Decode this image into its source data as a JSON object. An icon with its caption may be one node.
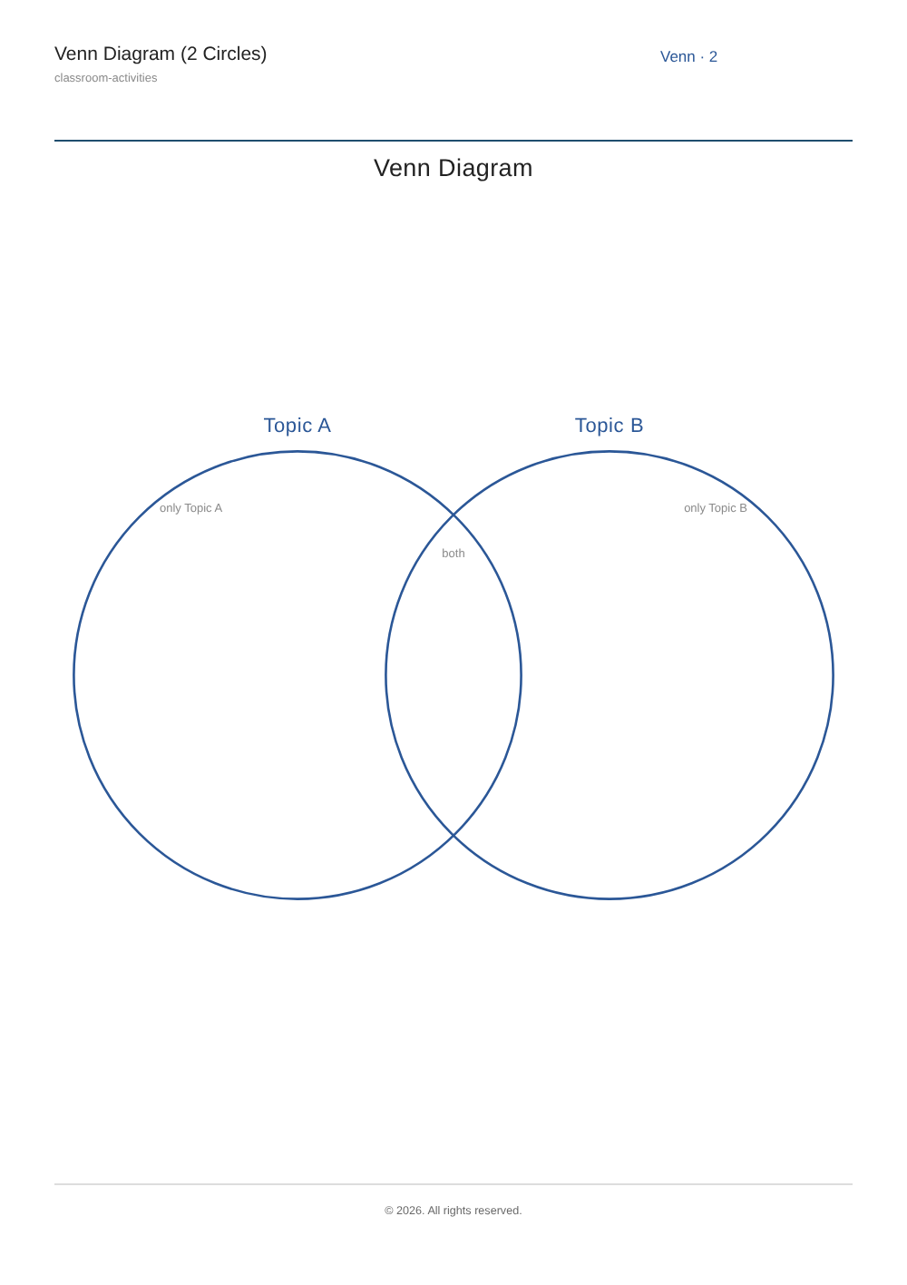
{
  "diagram": {
    "title": "Venn Diagram (2 Circles)",
    "nodes": [
      {
        "text": [
          "Topic A",
          "only Topic A"
        ]
      },
      {
        "text": [
          "Topic B",
          "only Topic B"
        ]
      }
    ],
    "labels": [
      "Venn · 2",
      "classroom-activities",
      "Venn Diagram",
      "both",
      "© 2026. All rights reserved."
    ]
  }
}
